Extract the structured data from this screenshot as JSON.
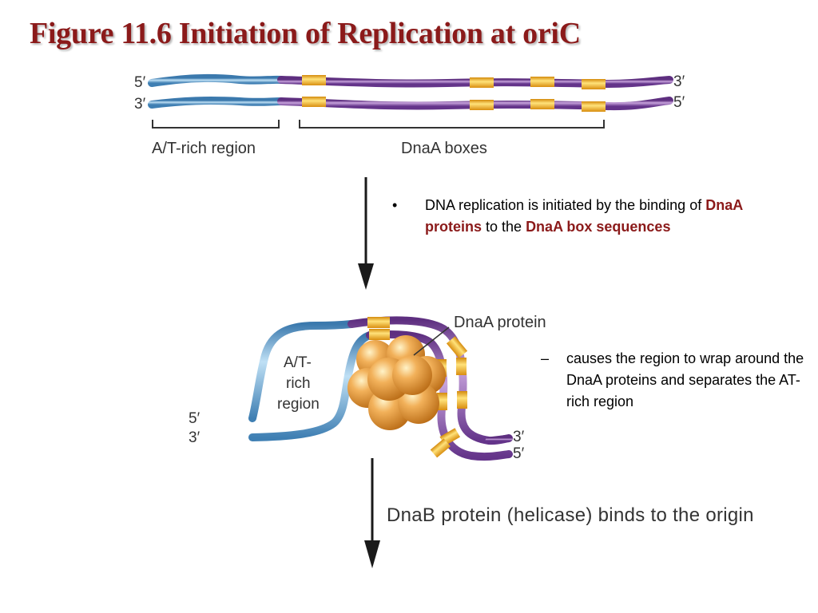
{
  "title": "Figure 11.6 Initiation of Replication at oriC",
  "top_diagram": {
    "left_top_end": "5′",
    "left_bottom_end": "3′",
    "right_top_end": "3′",
    "right_bottom_end": "5′",
    "at_region_label": "A/T-rich region",
    "dnaa_boxes_label": "DnaA boxes"
  },
  "bullet": {
    "marker": "•",
    "text_1": "DNA replication is initiated by the binding of ",
    "highlight_1": "DnaA proteins",
    "text_2": " to the ",
    "highlight_2": "DnaA box sequences"
  },
  "bottom_diagram": {
    "protein_label": "DnaA protein",
    "loop_label_line1": "A/T-",
    "loop_label_line2": "rich",
    "loop_label_line3": "region",
    "left_top_end": "5′",
    "left_bottom_end": "3′",
    "right_top_end": "3′",
    "right_bottom_end": "5′"
  },
  "sub_bullet": {
    "marker": "–",
    "text": "causes the region to wrap around the DnaA proteins and separates the AT-rich region"
  },
  "next_step_caption": "DnaB protein (helicase) binds to the origin",
  "colors": {
    "title": "#8b1a1a",
    "at_strand": "#6fa8d6",
    "dnaa_strand": "#8a5aa8",
    "dnaa_box": "#f5b324",
    "protein": "#e8a040",
    "highlight_text": "#8b1a1a"
  }
}
